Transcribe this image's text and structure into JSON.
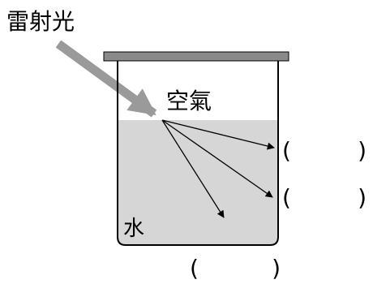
{
  "diagram": {
    "laser_label": "雷射光",
    "air_label": "空氣",
    "water_label": "水",
    "answer_blanks": [
      "(　　)",
      "(　　)",
      "(　　)"
    ]
  },
  "colors": {
    "water_fill": "#d6d6d6",
    "lid_fill": "#8a8a8a",
    "laser_beam": "#9a9a9a",
    "outline": "#000000"
  }
}
